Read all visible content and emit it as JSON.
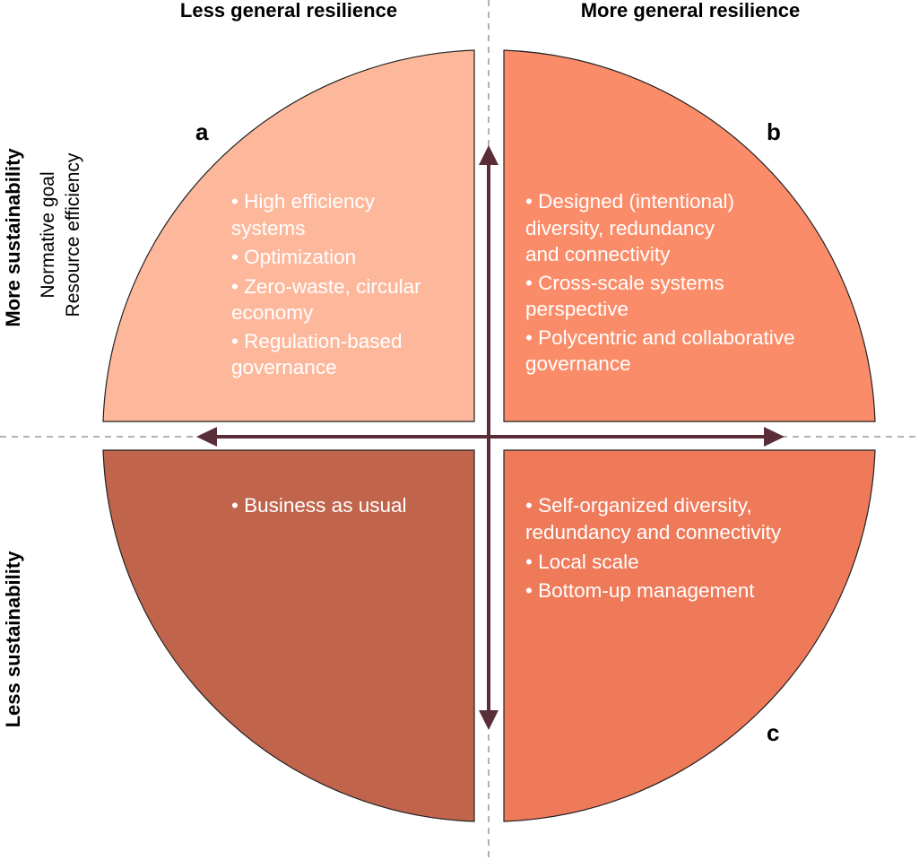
{
  "headers": {
    "left_column": "Less general resilience",
    "right_column": "More general resilience",
    "top_row": "More sustainability",
    "top_row_sub_1": "Normative goal",
    "top_row_sub_2": "Resource efficiency",
    "bottom_row": "Less sustainability"
  },
  "quadrants": {
    "a": {
      "label": "a",
      "color": "#FDB89C",
      "lines": [
        "• High efficiency",
        "systems",
        "• Optimization",
        "• Zero-waste, circular",
        "economy",
        "• Regulation-based",
        "governance"
      ]
    },
    "b": {
      "label": "b",
      "color": "#FB8C69",
      "lines": [
        "• Designed (intentional)",
        "diversity, redundancy",
        "and connectivity",
        "• Cross-scale systems",
        "perspective",
        "• Polycentric and collaborative",
        "governance"
      ]
    },
    "c": {
      "label": "c",
      "color": "#EE7A5A",
      "lines": [
        "• Self-organized diversity,",
        "redundancy and connectivity",
        "• Local scale",
        "• Bottom-up management"
      ]
    },
    "d": {
      "label": "",
      "color": "#C0654C",
      "lines": [
        "• Business as usual"
      ]
    }
  },
  "colors": {
    "arrow": "#5A2E38",
    "dashed_guides": "#999999",
    "quadrant_outline": "#222222"
  }
}
